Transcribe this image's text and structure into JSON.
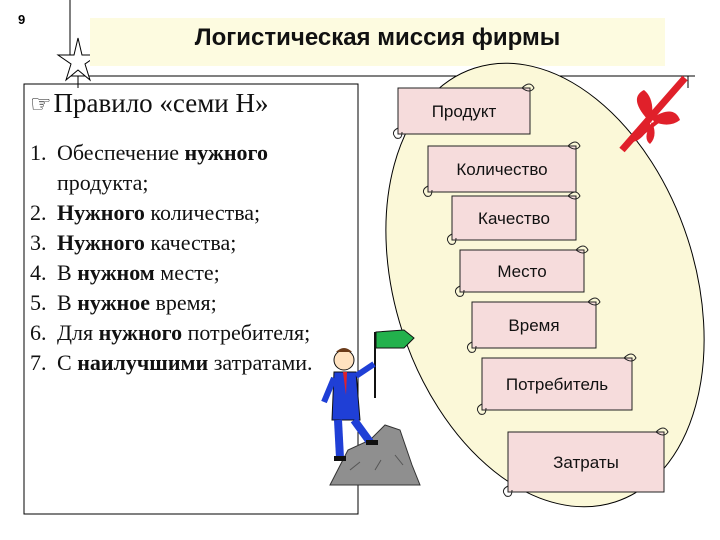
{
  "slide_number": "9",
  "title": "Логистическая миссия фирмы",
  "rule_heading": {
    "icon": "pointing-hand-icon",
    "text": "Правило «семи Н»"
  },
  "rules": [
    {
      "num": "1.",
      "parts": [
        {
          "t": "Обеспечение ",
          "b": false
        },
        {
          "t": "нужного",
          "b": true
        },
        {
          "t": " продукта;",
          "b": false
        }
      ]
    },
    {
      "num": "2.",
      "parts": [
        {
          "t": "Нужного",
          "b": true
        },
        {
          "t": " количества;",
          "b": false
        }
      ]
    },
    {
      "num": "3.",
      "parts": [
        {
          "t": "Нужного",
          "b": true
        },
        {
          "t": " качества;",
          "b": false
        }
      ]
    },
    {
      "num": "4.",
      "parts": [
        {
          "t": "В ",
          "b": false
        },
        {
          "t": "нужном",
          "b": true
        },
        {
          "t": " месте;",
          "b": false
        }
      ]
    },
    {
      "num": "5.",
      "parts": [
        {
          "t": "В ",
          "b": false
        },
        {
          "t": "нужное",
          "b": true
        },
        {
          "t": " время;",
          "b": false
        }
      ]
    },
    {
      "num": "6.",
      "parts": [
        {
          "t": "Для ",
          "b": false
        },
        {
          "t": "нужного",
          "b": true
        },
        {
          "t": " потребителя;",
          "b": false
        }
      ]
    },
    {
      "num": "7.",
      "parts": [
        {
          "t": "С ",
          "b": false
        },
        {
          "t": "наилучшими",
          "b": true
        },
        {
          "t": " затратами.",
          "b": false
        }
      ]
    }
  ],
  "steps": [
    "Продукт",
    "Количество",
    "Качество",
    "Место",
    "Время",
    "Потребитель",
    "Затраты"
  ],
  "colors": {
    "title_band": "#fdfbe0",
    "scroll_fill": "#f6dcdc",
    "oval_fill": "#fbf8d8",
    "bow": "#e0202a",
    "flag": "#22b14c",
    "suit": "#1f3fd6",
    "rock": "#8f8f8f"
  }
}
